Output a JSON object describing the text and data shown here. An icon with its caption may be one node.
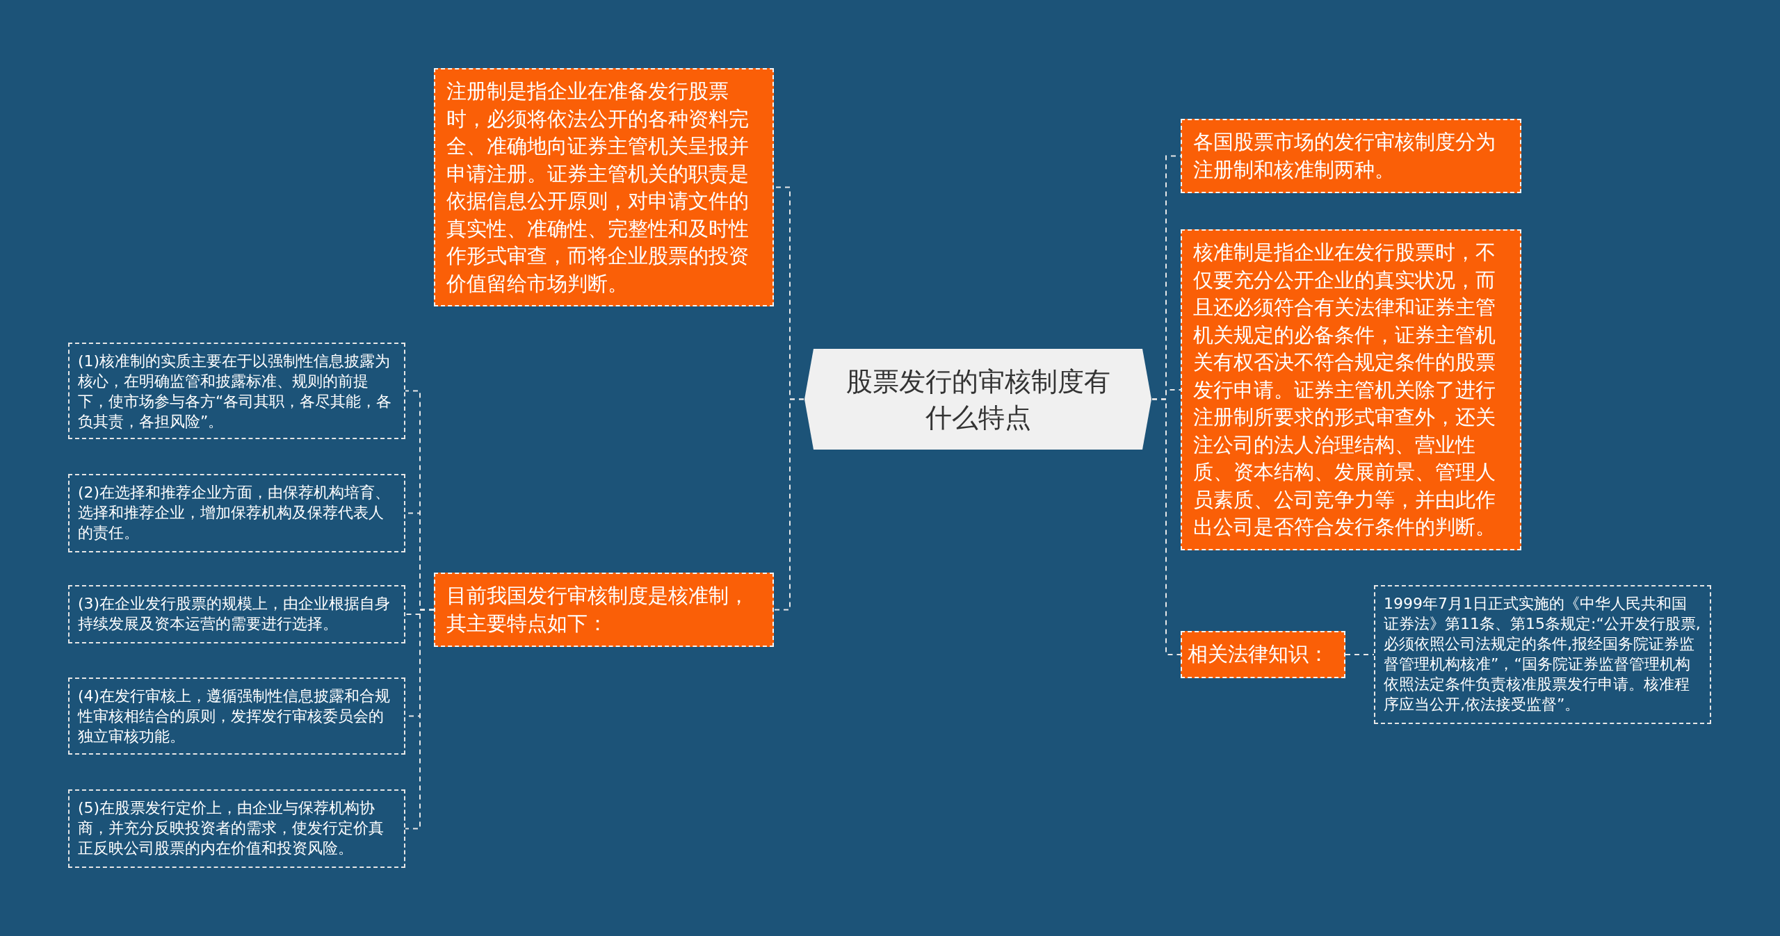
{
  "diagram": {
    "nodes": [
      {
        "text": [
          "股票发行的审核制度有什么特点"
        ]
      },
      {
        "text": [
          "注册制是指企业在准备发行股票时，必须将依法公开的各种资料完全、准确地向证券主管机关呈报并申请注册。证券主管机关的职责是依据信息公开原则，对申请文件的真实性、准确性、完整性和及时性作形式审查，而将企业股票的投资价值留给市场判断。"
        ]
      },
      {
        "text": [
          "目前我国发行审核制度是核准制，其主要特点如下："
        ]
      },
      {
        "text": [
          "(1)核准制的实质主要在于以强制性信息披露为核心，在明确监管和披露标准、规则的前提下，使市场参与各方“各司其职，各尽其能，各负其责，各担风险”。"
        ]
      },
      {
        "text": [
          "(2)在选择和推荐企业方面，由保荐机构培育、选择和推荐企业，增加保荐机构及保荐代表人的责任。"
        ]
      },
      {
        "text": [
          "(3)在企业发行股票的规模上，由企业根据自身持续发展及资本运营的需要进行选择。"
        ]
      },
      {
        "text": [
          "(4)在发行审核上，遵循强制性信息披露和合规性审核相结合的原则，发挥发行审核委员会的独立审核功能。"
        ]
      },
      {
        "text": [
          "(5)在股票发行定价上，由企业与保荐机构协商，并充分反映投资者的需求，使发行定价真正反映公司股票的内在价值和投资风险。"
        ]
      },
      {
        "text": [
          "各国股票市场的发行审核制度分为注册制和核准制两种。"
        ]
      },
      {
        "text": [
          "核准制是指企业在发行股票时，不仅要充分公开企业的真实状况，而且还必须符合有关法律和证券主管机关规定的必备条件，证券主管机关有权否决不符合规定条件的股票发行申请。证券主管机关除了进行注册制所要求的形式审查外，还关注公司的法人治理结构、营业性质、资本结构、发展前景、管理人员素质、公司竞争力等，并由此作出公司是否符合发行条件的判断。"
        ]
      },
      {
        "text": [
          "相关法律知识："
        ]
      },
      {
        "text": [
          "1999年7月1日正式实施的《中华人民共和国证券法》第11条、第15条规定:“公开发行股票,必须依照公司法规定的条件,报经国务院证券监督管理机构核准”，“国务院证券监督管理机构依照法定条件负责核准股票发行申请。核准程序应当公开,依法接受监督”。"
        ]
      }
    ],
    "edges": [
      {
        "from": 0,
        "to": 1,
        "arrow": "none"
      },
      {
        "from": 0,
        "to": 2,
        "arrow": "none"
      },
      {
        "from": 2,
        "to": 3,
        "arrow": "none"
      },
      {
        "from": 2,
        "to": 4,
        "arrow": "none"
      },
      {
        "from": 2,
        "to": 5,
        "arrow": "none"
      },
      {
        "from": 2,
        "to": 6,
        "arrow": "none"
      },
      {
        "from": 2,
        "to": 7,
        "arrow": "none"
      },
      {
        "from": 0,
        "to": 8,
        "arrow": "none"
      },
      {
        "from": 0,
        "to": 9,
        "arrow": "none"
      },
      {
        "from": 0,
        "to": 10,
        "arrow": "none"
      },
      {
        "from": 10,
        "to": 11,
        "arrow": "none"
      }
    ]
  }
}
